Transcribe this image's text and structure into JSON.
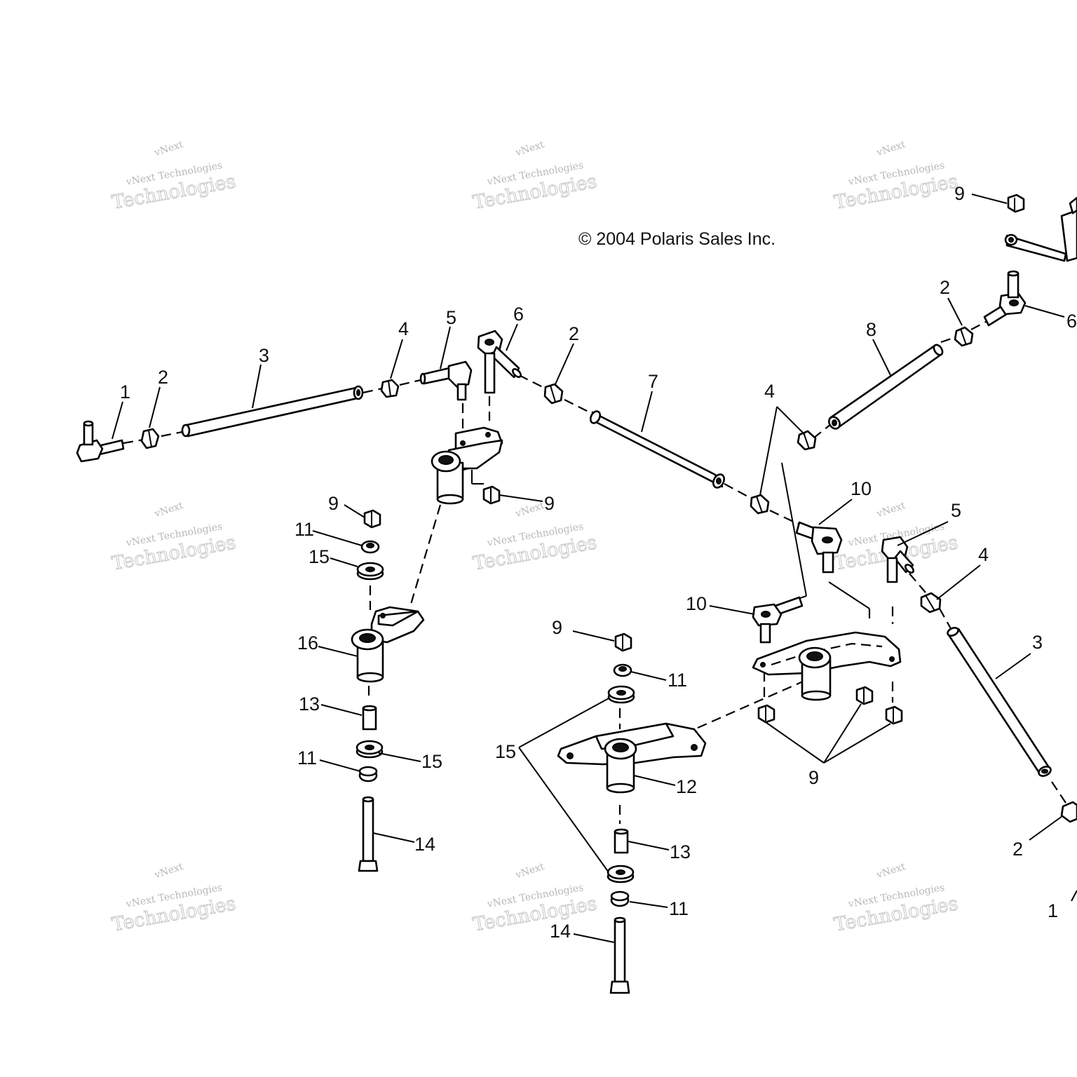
{
  "copyright": "© 2004 Polaris Sales Inc.",
  "watermark": {
    "line1": "vNext",
    "line2": "vNext Technologies",
    "line3": "Technologies"
  },
  "callouts": [
    {
      "id": "c1a",
      "label": "1"
    },
    {
      "id": "c2a",
      "label": "2"
    },
    {
      "id": "c3a",
      "label": "3"
    },
    {
      "id": "c4a",
      "label": "4"
    },
    {
      "id": "c5a",
      "label": "5"
    },
    {
      "id": "c6a",
      "label": "6"
    },
    {
      "id": "c2b",
      "label": "2"
    },
    {
      "id": "c7a",
      "label": "7"
    },
    {
      "id": "c4b",
      "label": "4"
    },
    {
      "id": "c8a",
      "label": "8"
    },
    {
      "id": "c2c",
      "label": "2"
    },
    {
      "id": "c6b",
      "label": "6"
    },
    {
      "id": "c9a",
      "label": "9"
    },
    {
      "id": "c9b",
      "label": "9"
    },
    {
      "id": "c9c",
      "label": "9"
    },
    {
      "id": "c11a",
      "label": "11"
    },
    {
      "id": "c15a",
      "label": "15"
    },
    {
      "id": "c16a",
      "label": "16"
    },
    {
      "id": "c13a",
      "label": "13"
    },
    {
      "id": "c11b",
      "label": "11"
    },
    {
      "id": "c15b",
      "label": "15"
    },
    {
      "id": "c14a",
      "label": "14"
    },
    {
      "id": "c10a",
      "label": "10"
    },
    {
      "id": "c10b",
      "label": "10"
    },
    {
      "id": "c5b",
      "label": "5"
    },
    {
      "id": "c4c",
      "label": "4"
    },
    {
      "id": "c3b",
      "label": "3"
    },
    {
      "id": "c9d",
      "label": "9"
    },
    {
      "id": "c11c",
      "label": "11"
    },
    {
      "id": "c15c",
      "label": "15"
    },
    {
      "id": "c12a",
      "label": "12"
    },
    {
      "id": "c13b",
      "label": "13"
    },
    {
      "id": "c11d",
      "label": "11"
    },
    {
      "id": "c14b",
      "label": "14"
    },
    {
      "id": "c9e",
      "label": "9"
    },
    {
      "id": "c2d",
      "label": "2"
    },
    {
      "id": "c1b",
      "label": "1"
    }
  ]
}
